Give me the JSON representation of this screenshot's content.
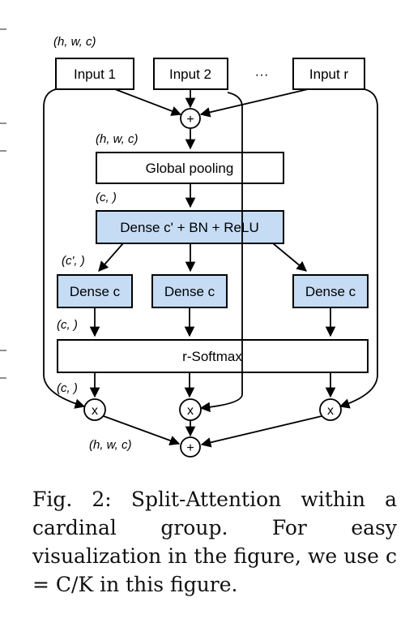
{
  "inputs": {
    "input1": "Input 1",
    "input2": "Input 2",
    "dots": "···",
    "inputr": "Input r"
  },
  "dims": {
    "hwc_top": "(h, w, c)",
    "hwc_pool": "(h, w, c)",
    "c_dense": "(c, )",
    "cprime": "(c', )",
    "c_softmax": "(c, )",
    "c_mult": "(c, )",
    "hwc_out": "(h, w, c)"
  },
  "blocks": {
    "global_pooling": "Global pooling",
    "dense_bn_relu": "Dense c' + BN + ReLU",
    "dense_c_1": "Dense c",
    "dense_c_2": "Dense c",
    "dense_c_3": "Dense c",
    "softmax": "r-Softmax"
  },
  "operators": {
    "plus_top": "+",
    "times_1": "x",
    "times_2": "x",
    "times_3": "x",
    "plus_bottom": "+"
  },
  "caption": {
    "text": "Fig. 2: Split-Attention within a cardinal group. For easy visualization in the figure, we use c = C/K in this figure."
  },
  "colors": {
    "blue_fill": "#c6dcf4"
  }
}
